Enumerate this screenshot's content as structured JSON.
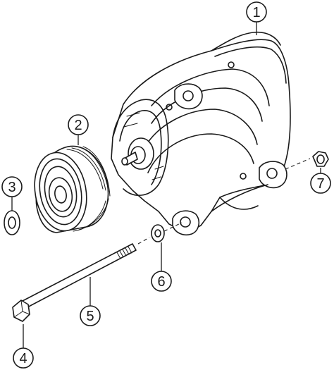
{
  "callouts": [
    {
      "id": "alternator",
      "label": "1"
    },
    {
      "id": "pulley",
      "label": "2"
    },
    {
      "id": "washer",
      "label": "3"
    },
    {
      "id": "bolt-head",
      "label": "4"
    },
    {
      "id": "bolt",
      "label": "5"
    },
    {
      "id": "spacer",
      "label": "6"
    },
    {
      "id": "nut",
      "label": "7"
    }
  ],
  "colors": {
    "line": "#1a1a1a",
    "background": "#ffffff"
  }
}
